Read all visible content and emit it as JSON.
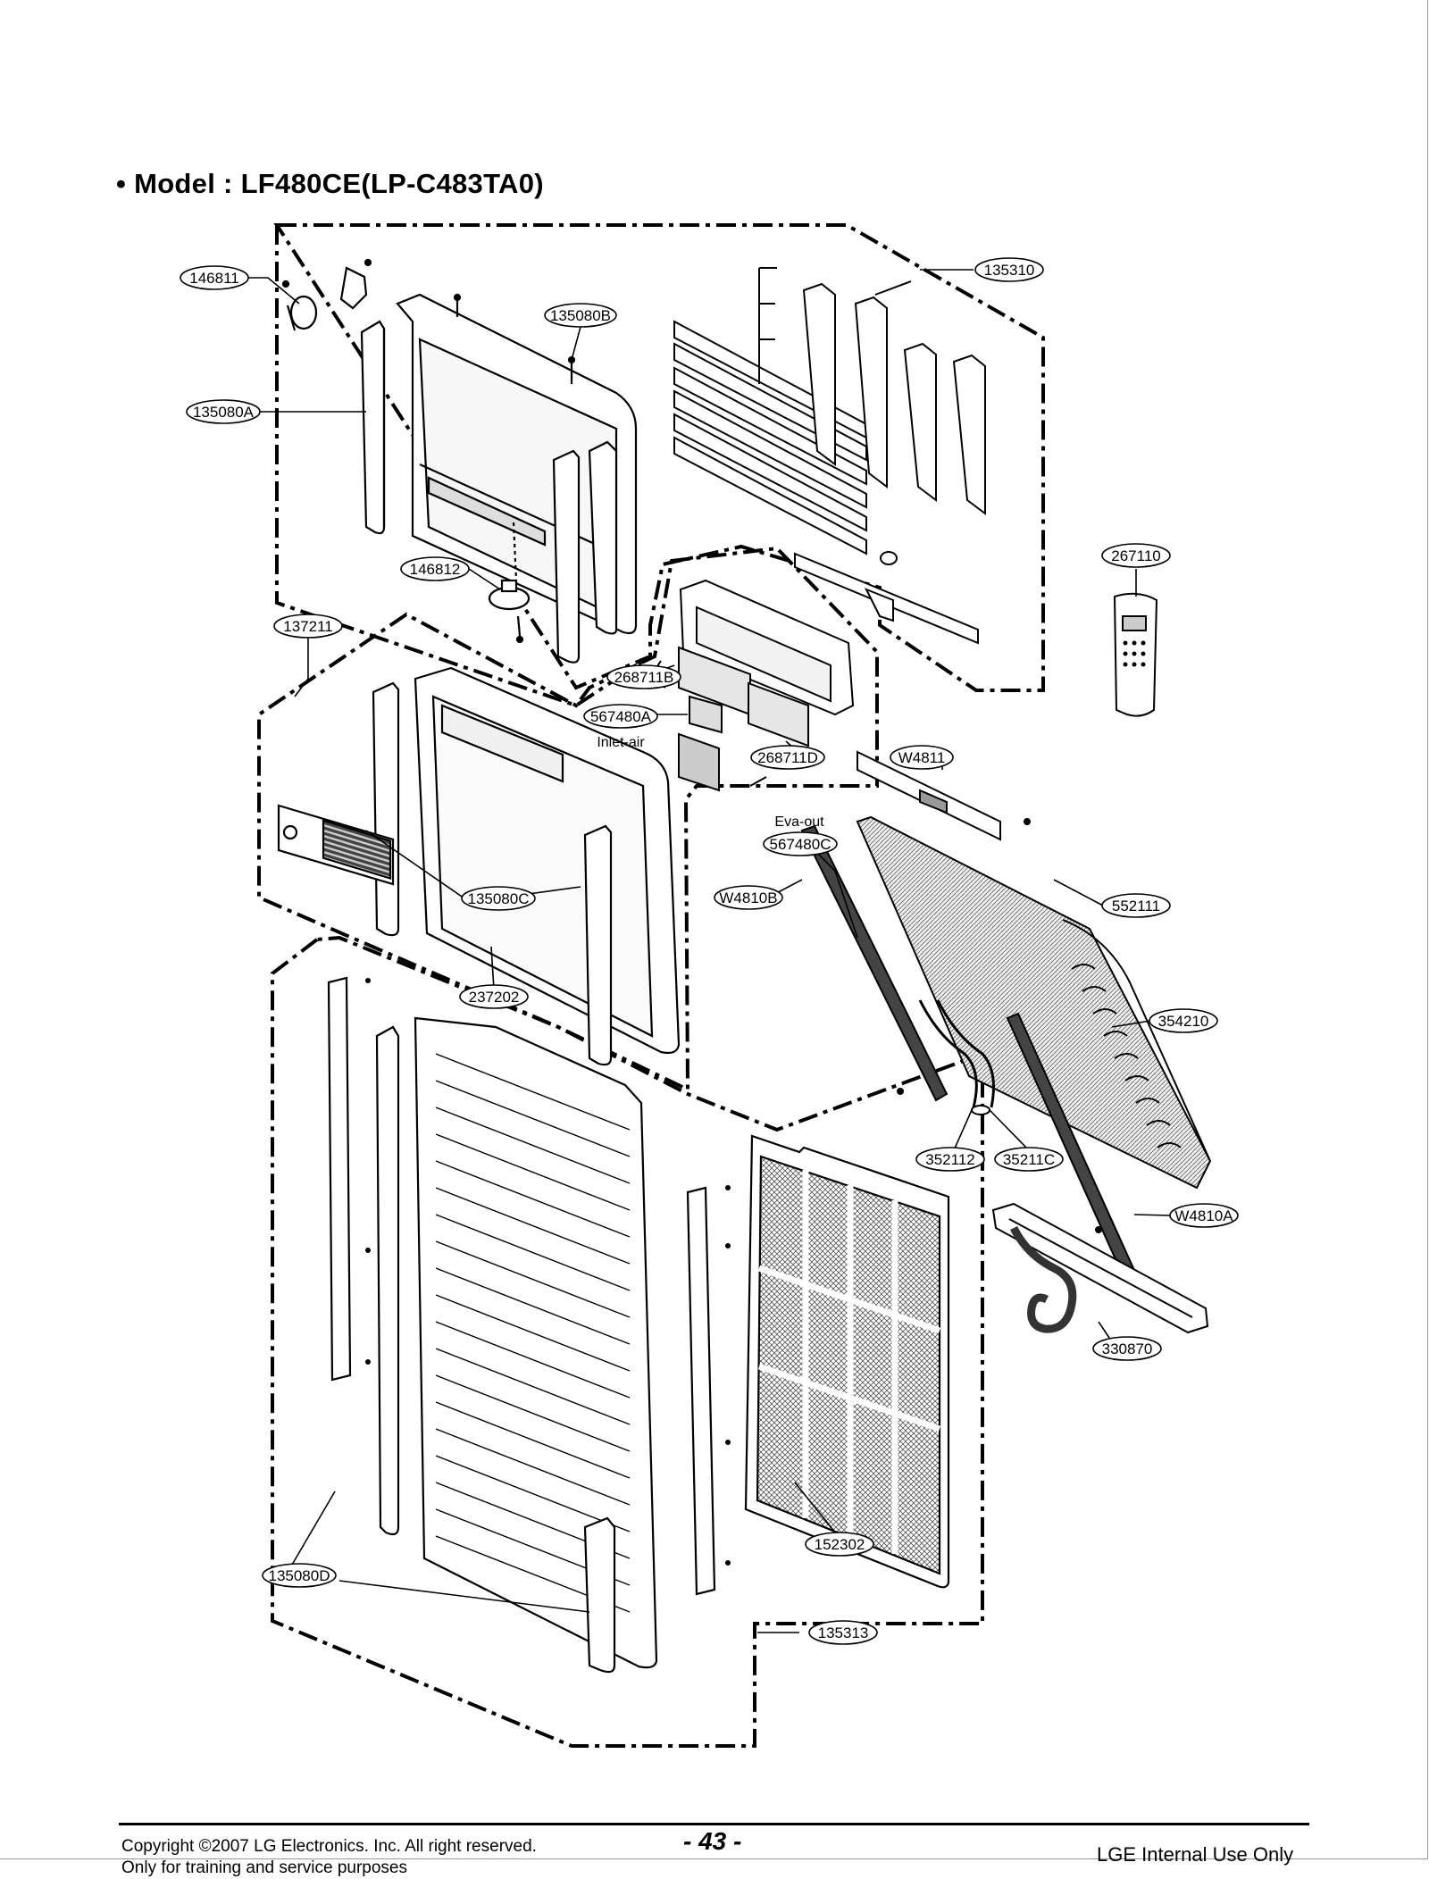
{
  "title": "• Model : LF480CE(LP-C483TA0)",
  "callouts": [
    {
      "id": "146811"
    },
    {
      "id": "135310"
    },
    {
      "id": "135080B"
    },
    {
      "id": "135080A"
    },
    {
      "id": "146812"
    },
    {
      "id": "267110"
    },
    {
      "id": "137211"
    },
    {
      "id": "268711B"
    },
    {
      "id": "567480A"
    },
    {
      "id": "268711D"
    },
    {
      "id": "W4811"
    },
    {
      "id": "567480C"
    },
    {
      "id": "W4810B"
    },
    {
      "id": "552111"
    },
    {
      "id": "135080C"
    },
    {
      "id": "237202"
    },
    {
      "id": "354210"
    },
    {
      "id": "352112"
    },
    {
      "id": "35211C"
    },
    {
      "id": "W4810A"
    },
    {
      "id": "330870"
    },
    {
      "id": "152302"
    },
    {
      "id": "135080D"
    },
    {
      "id": "135313"
    }
  ],
  "notes": {
    "inlet_air": "Inlet-air",
    "eva_out": "Eva-out"
  },
  "footer": {
    "copyright_line1": "Copyright ©2007 LG Electronics. Inc. All right reserved.",
    "copyright_line2": "Only for training and service purposes",
    "page_number": "- 43 -",
    "internal": "LGE Internal Use Only"
  }
}
